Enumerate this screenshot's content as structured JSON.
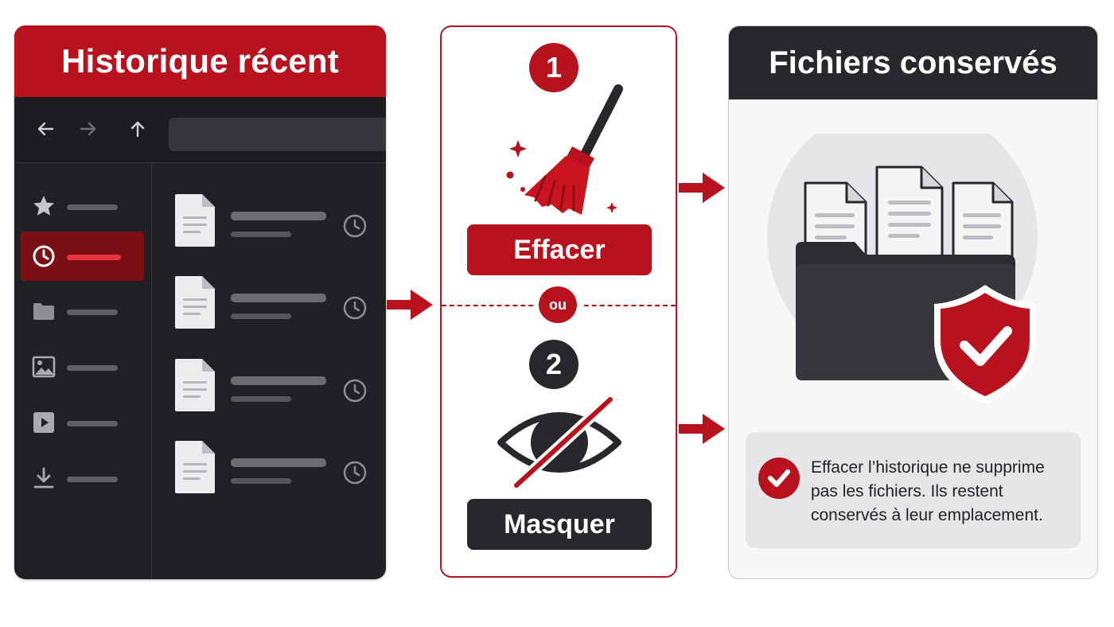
{
  "recent_history": {
    "title": "Historique récent",
    "toolbar_icons": [
      "back-arrow-icon",
      "forward-arrow-icon",
      "up-arrow-icon"
    ],
    "sidebar_items": [
      {
        "icon": "star-icon",
        "active": false
      },
      {
        "icon": "clock-icon",
        "active": true
      },
      {
        "icon": "folder-icon",
        "active": false
      },
      {
        "icon": "image-icon",
        "active": false
      },
      {
        "icon": "video-play-icon",
        "active": false
      },
      {
        "icon": "download-icon",
        "active": false
      }
    ],
    "file_rows": 4
  },
  "actions": {
    "option1": {
      "number": "1",
      "label": "Effacer",
      "icon": "broom-icon"
    },
    "separator": "ou",
    "option2": {
      "number": "2",
      "label": "Masquer",
      "icon": "eye-off-icon"
    }
  },
  "kept_files": {
    "title": "Fichiers conservés",
    "illustration_icons": [
      "document-icon",
      "folder-icon",
      "shield-check-icon"
    ],
    "note": "Effacer l’historique ne supprime pas les fichiers. Ils restent conservés à leur emplacement."
  },
  "colors": {
    "accent_red": "#b8121e",
    "dark": "#202124",
    "panel_dark_header": "#26282c"
  }
}
